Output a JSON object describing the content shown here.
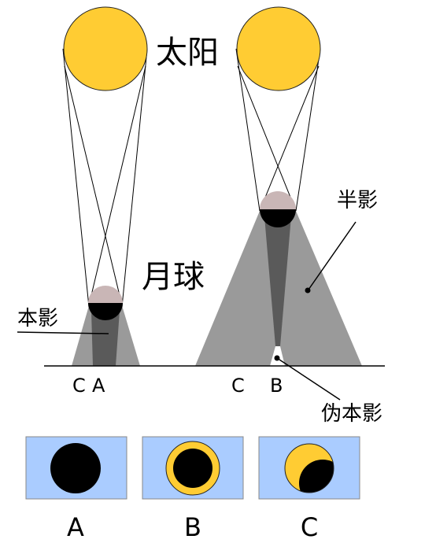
{
  "labels": {
    "sun": "太阳",
    "moon": "月球",
    "umbra": "本影",
    "penumbra": "半影",
    "antumbra": "伪本影"
  },
  "ground_points": {
    "left_c": "C",
    "left_a": "A",
    "right_c": "C",
    "right_b": "B"
  },
  "panels": [
    {
      "id": "A",
      "label": "A"
    },
    {
      "id": "B",
      "label": "B"
    },
    {
      "id": "C",
      "label": "C"
    }
  ],
  "colors": {
    "sun": "#FFCC33",
    "sun_outline": "#222222",
    "moon_lit": "#C9B6B6",
    "moon_dark": "#000000",
    "penumbra": "#9A9A9A",
    "umbra": "#5A5A5A",
    "sky": "#AACCFF",
    "line": "#000000"
  }
}
